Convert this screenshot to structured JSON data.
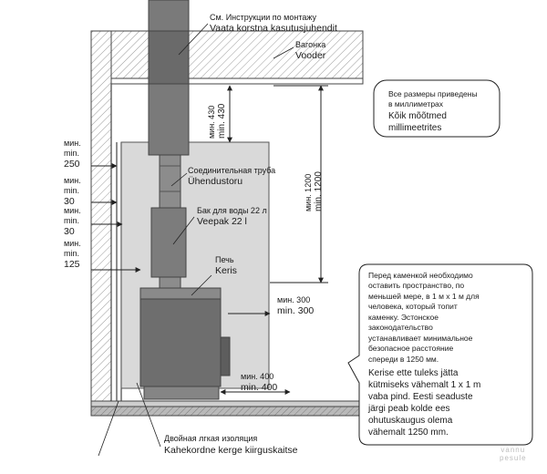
{
  "labels": {
    "chimney_ru": "См. Инструкции по монтажу",
    "chimney_et": "Vaata korstna kasutusjuhendit",
    "panel_ru": "Вагонка",
    "panel_et": "Vooder",
    "pipe_ru": "Соединительная труба",
    "pipe_et": "Ühendustoru",
    "tank_ru": "Бак для воды 22 л",
    "tank_et": "Veepak 22 l",
    "stove_ru": "Печь",
    "stove_et": "Keris",
    "insulation_ru": "Двойная лгкая изоляция",
    "insulation_et": "Kahekordne kerge kiirguskaitse"
  },
  "dimensions": {
    "d430_ru": "мин. 430",
    "d430_et": "min. 430",
    "d1200_ru": "мин. 1200",
    "d1200_et": "min. 1200",
    "d250_ru": "мин.",
    "d250_et": "min.",
    "d250_val": "250",
    "d30a_ru": "мин.",
    "d30a_et": "min.",
    "d30a_val": "30",
    "d30b_ru": "мин.",
    "d30b_et": "min.",
    "d30b_val": "30",
    "d125_ru": "мин.",
    "d125_et": "min.",
    "d125_val": "125",
    "d300_ru": "мин. 300",
    "d300_et": "min. 300",
    "d400_ru": "мин. 400",
    "d400_et": "min. 400"
  },
  "note_units": {
    "ru_line1": "Все размеры приведены",
    "ru_line2": "в миллиметрах",
    "et_line1": "Kõik mõõtmed",
    "et_line2": "millimeetrites"
  },
  "note_clearance": {
    "ru_lines": [
      "Перед каменкой необходимо",
      "оставить пространство, по",
      "меньшей мере, в 1 м x 1 м для",
      "человека, который топит",
      "каменку. Эстонское",
      "законодательство",
      "устанавливает минимальное",
      "безопасное расстояние",
      "спереди в 1250 мм."
    ],
    "et_lines": [
      "Kerise ette tuleks jätta",
      "kütmiseks vähemalt 1 x 1 m",
      "vaba pind. Eesti seaduste",
      "järgi peab kolde ees",
      "ohutuskaugus olema",
      "vähemalt 1250 mm."
    ]
  },
  "watermark": {
    "line1": "vannu",
    "line2": "pesule"
  },
  "colors": {
    "line": "#222222",
    "wall_fill": "#ffffff",
    "stove_body": "#6f6f6f",
    "stove_top": "#8a8a8a",
    "pipe": "#888888",
    "tank": "#7c7c7c",
    "panel_bg": "#d9d9d9",
    "floor": "#a7a7a7"
  }
}
